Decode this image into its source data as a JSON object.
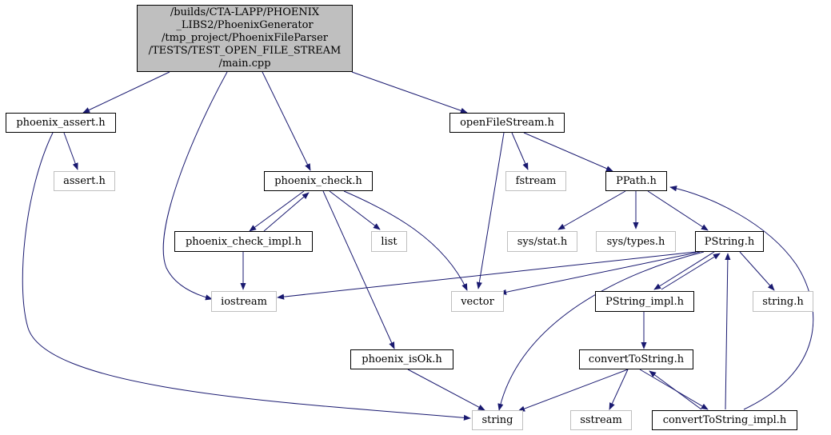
{
  "root": {
    "lines": [
      "/builds/CTA-LAPP/PHOENIX",
      "_LIBS2/PhoenixGenerator",
      "/tmp_project/PhoenixFileParser",
      "/TESTS/TEST_OPEN_FILE_STREAM",
      "/main.cpp"
    ]
  },
  "nodes": {
    "phoenix_assert": "phoenix_assert.h",
    "assert": "assert.h",
    "phoenix_check": "phoenix_check.h",
    "phoenix_check_impl": "phoenix_check_impl.h",
    "list": "list",
    "iostream": "iostream",
    "vector": "vector",
    "phoenix_isOk": "phoenix_isOk.h",
    "string": "string",
    "openFileStream": "openFileStream.h",
    "fstream": "fstream",
    "PPath": "PPath.h",
    "sys_stat": "sys/stat.h",
    "sys_types": "sys/types.h",
    "PString": "PString.h",
    "string_h": "string.h",
    "PString_impl": "PString_impl.h",
    "convertToString": "convertToString.h",
    "sstream": "sstream",
    "convertToString_impl": "convertToString_impl.h"
  },
  "colors": {
    "edge": "#191970",
    "root_fill": "#bfbfbf",
    "local_border": "#000000",
    "system_border": "#bfbfbf"
  }
}
